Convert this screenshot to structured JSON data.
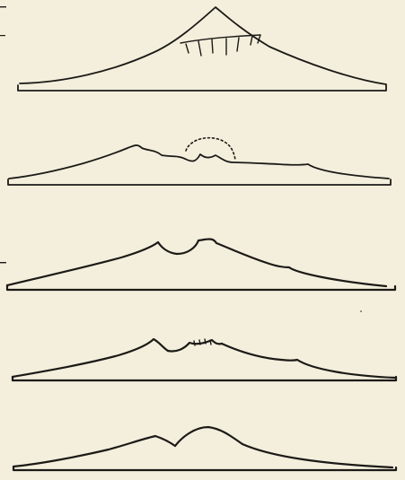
{
  "figure": {
    "stages": [
      {
        "id": "a",
        "features": [
          "cone",
          "buried-crater-wall",
          "ring-fissures"
        ]
      },
      {
        "id": "b",
        "features": [
          "ancient-crater-remnant",
          "new-cone",
          "former-summit-dotted"
        ]
      },
      {
        "id": "c",
        "features": [
          "twin-summits",
          "caldera-depression"
        ]
      },
      {
        "id": "d",
        "features": [
          "twin-summits",
          "small-craterlets"
        ]
      },
      {
        "id": "e",
        "features": [
          "twin-summits",
          "rounded-profile"
        ]
      }
    ],
    "ink_color": "#1c1a17",
    "paper_color": "#f3efdc"
  }
}
